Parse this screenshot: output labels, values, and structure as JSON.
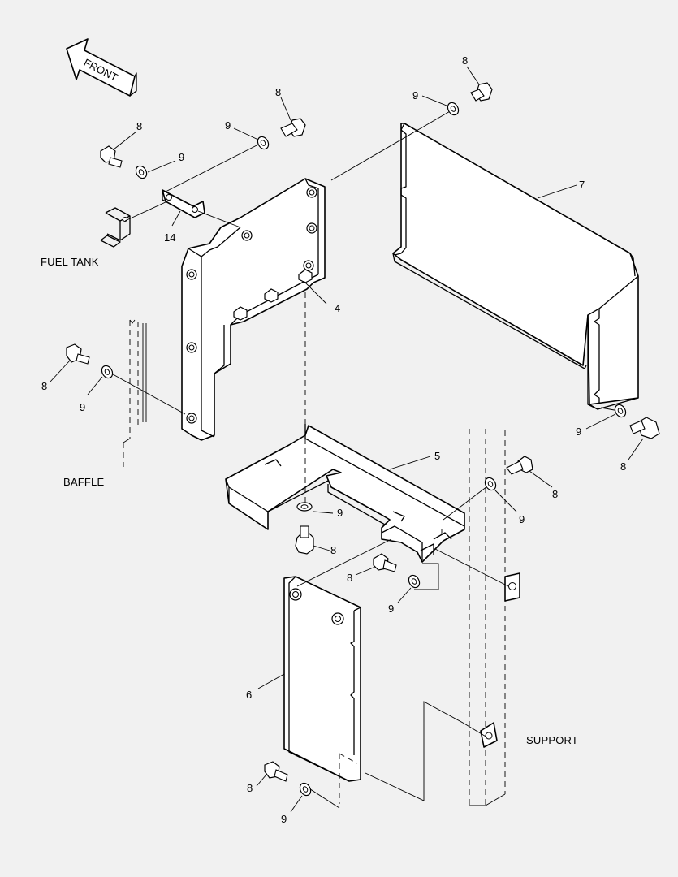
{
  "front_arrow": {
    "text": "FRONT"
  },
  "labels": {
    "fuel_tank": "FUEL TANK",
    "baffle": "BAFFLE",
    "support": "SUPPORT"
  },
  "callouts": {
    "bolt_top_right": "8",
    "washer_top_right": "9",
    "bolt_top_center": "8",
    "washer_top_center": "9",
    "bolt_top_left": "8",
    "washer_top_left": "9",
    "part_7": "7",
    "part_14": "14",
    "part_4": "4",
    "bolt_left": "8",
    "washer_left": "9",
    "washer_right_lower": "9",
    "bolt_right_lower": "8",
    "part_5": "5",
    "washer_mid_right": "9",
    "bolt_mid_right": "8",
    "washer_center": "9",
    "bolt_center": "8",
    "bolt_lower_center": "8",
    "washer_lower_center": "9",
    "part_6": "6",
    "bolt_bottom": "8",
    "washer_bottom": "9"
  }
}
